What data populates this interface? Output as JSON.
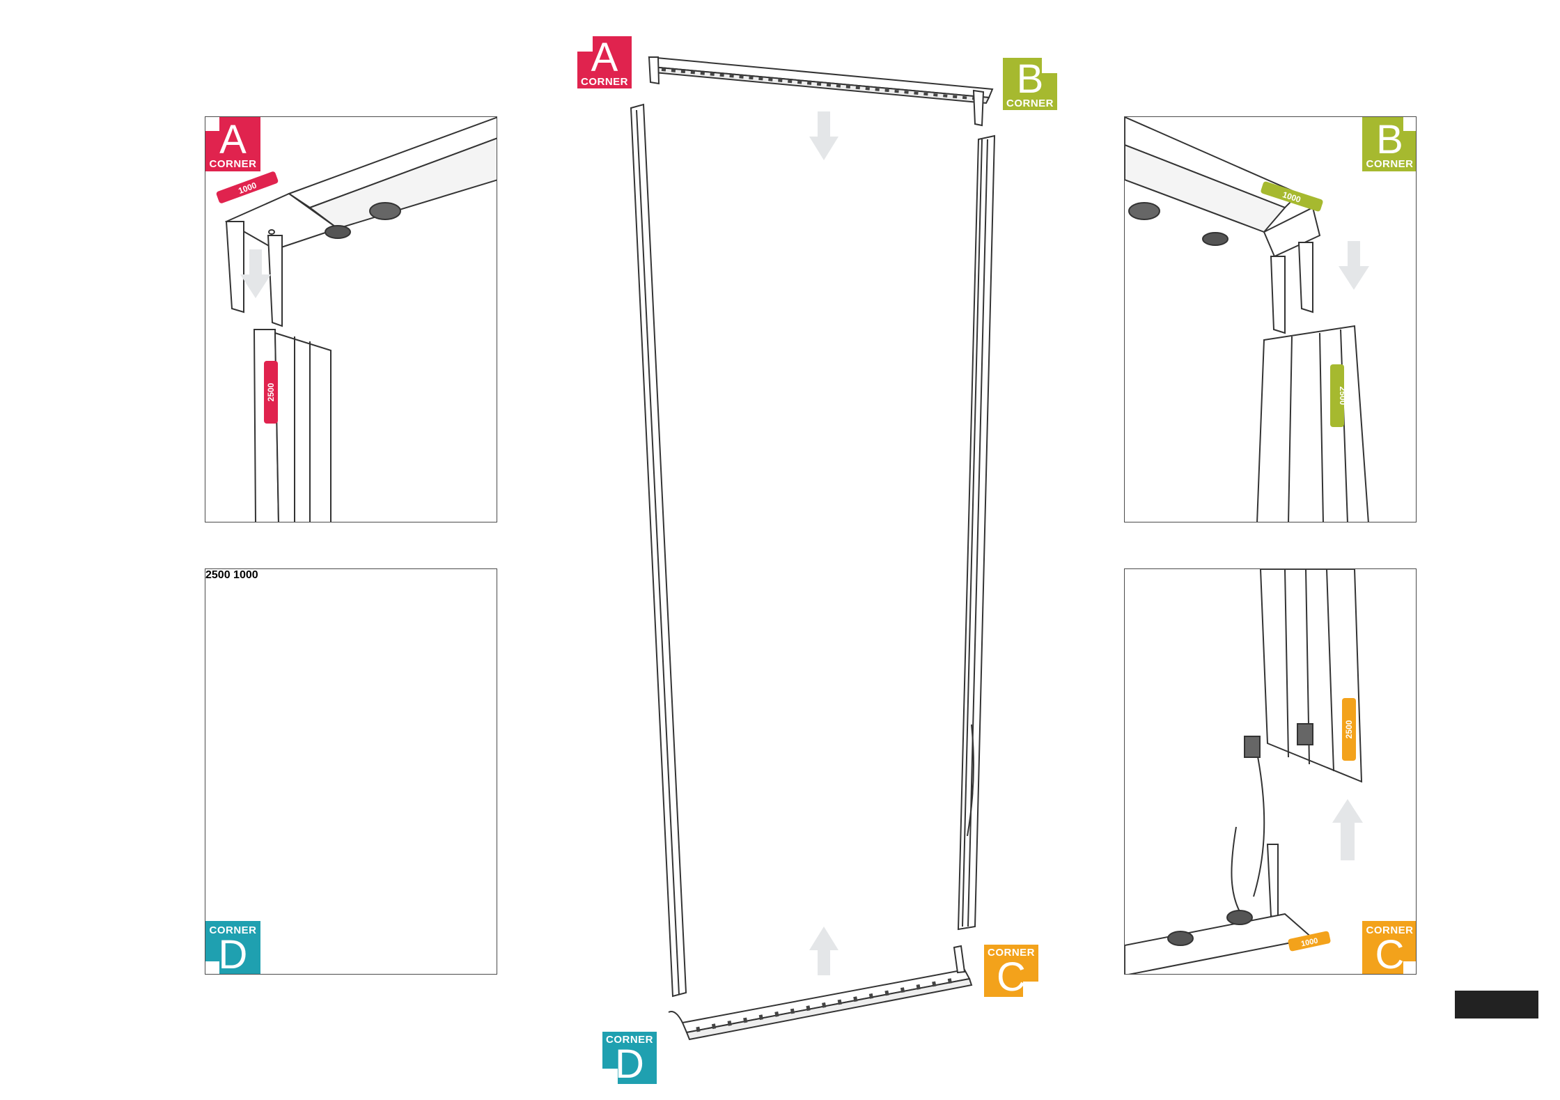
{
  "badges": {
    "A": {
      "letter": "A",
      "word": "CORNER",
      "color": "#e0234e"
    },
    "B": {
      "letter": "B",
      "word": "CORNER",
      "color": "#a6b92f"
    },
    "C": {
      "letter": "C",
      "word": "CORNER",
      "color": "#f3a21b"
    },
    "D": {
      "letter": "D",
      "word": "CORNER",
      "color": "#1fa0b0"
    }
  },
  "stickers": {
    "a_top": "1000",
    "a_side": "2500",
    "b_top": "1000",
    "b_side": "2500",
    "c_side": "2500",
    "c_bottom": "1000",
    "d_side": "2500",
    "d_bottom": "1000"
  },
  "icons": [
    "arrow-down-icon",
    "arrow-up-icon",
    "speaker-icon"
  ]
}
